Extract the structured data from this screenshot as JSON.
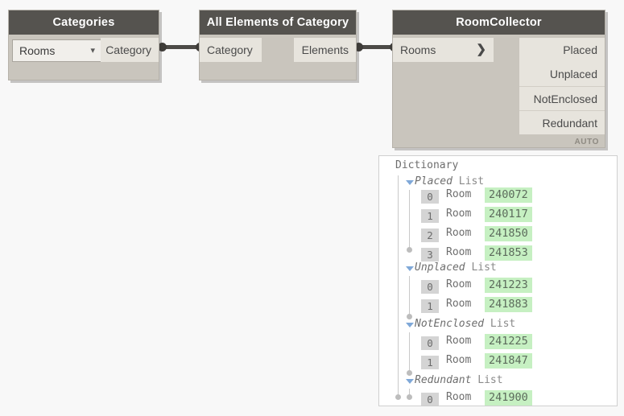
{
  "theme": {
    "background": "#f8f8f8",
    "node_header_bg": "#55534f",
    "node_body_bg": "#c9c5bd",
    "port_bg": "#e7e4dd",
    "wire_color": "#4c4a47",
    "value_highlight_bg": "#c6f0c2",
    "index_badge_bg": "#d4d4d4",
    "expander_color": "#7fa8d8"
  },
  "nodes": [
    {
      "id": "categories",
      "title": "Categories",
      "dropdown": {
        "value": "Rooms",
        "caret_icon": "chevron-down-icon"
      },
      "outputs": [
        {
          "label": "Category"
        }
      ],
      "inputs": []
    },
    {
      "id": "all-elements-of-category",
      "title": "All Elements of Category",
      "inputs": [
        {
          "label": "Category"
        }
      ],
      "outputs": [
        {
          "label": "Elements"
        }
      ]
    },
    {
      "id": "room-collector",
      "title": "RoomCollector",
      "inputs": [
        {
          "label": "Rooms",
          "icon": "chevron-right-icon"
        }
      ],
      "outputs": [
        {
          "label": "Placed"
        },
        {
          "label": "Unplaced"
        },
        {
          "label": "NotEnclosed"
        },
        {
          "label": "Redundant"
        }
      ],
      "badge": "AUTO"
    }
  ],
  "preview": {
    "root_label": "Dictionary",
    "item_label": "Room",
    "type_label": "List",
    "groups": [
      {
        "name": "Placed",
        "type": "List",
        "items": [
          {
            "index": "0",
            "label": "Room",
            "value": "240072"
          },
          {
            "index": "1",
            "label": "Room",
            "value": "240117"
          },
          {
            "index": "2",
            "label": "Room",
            "value": "241850"
          },
          {
            "index": "3",
            "label": "Room",
            "value": "241853"
          }
        ]
      },
      {
        "name": "Unplaced",
        "type": "List",
        "items": [
          {
            "index": "0",
            "label": "Room",
            "value": "241223"
          },
          {
            "index": "1",
            "label": "Room",
            "value": "241883"
          }
        ]
      },
      {
        "name": "NotEnclosed",
        "type": "List",
        "items": [
          {
            "index": "0",
            "label": "Room",
            "value": "241225"
          },
          {
            "index": "1",
            "label": "Room",
            "value": "241847"
          }
        ]
      },
      {
        "name": "Redundant",
        "type": "List",
        "items": [
          {
            "index": "0",
            "label": "Room",
            "value": "241900"
          }
        ]
      }
    ]
  }
}
